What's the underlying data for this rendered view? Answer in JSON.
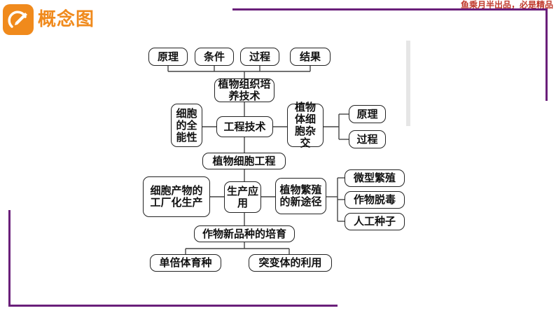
{
  "header": {
    "title": "概念图",
    "slogan": "鱼乘月半出品，必是精品",
    "logo_icon": "edit-check-icon",
    "accent_color": "#f08a1c",
    "frame_color": "#6a1f7a"
  },
  "diagram": {
    "top_items": [
      "原理",
      "条件",
      "过程",
      "结果"
    ],
    "tissue_culture": "植物组织培养技术",
    "totipotency": "细胞的全能性",
    "engineering": "工程技术",
    "hybridization": "植物体细胞杂交",
    "hybrid_items": [
      "原理",
      "过程"
    ],
    "cell_engineering": "植物细胞工程",
    "industrial": "细胞产物的工厂化生产",
    "application": "生产应用",
    "propagation": "植物繁殖的新途径",
    "propagation_items": [
      "微型繁殖",
      "作物脱毒",
      "人工种子"
    ],
    "breeding": "作物新品种的培育",
    "breeding_items": [
      "单倍体育种",
      "突变体的利用"
    ]
  }
}
